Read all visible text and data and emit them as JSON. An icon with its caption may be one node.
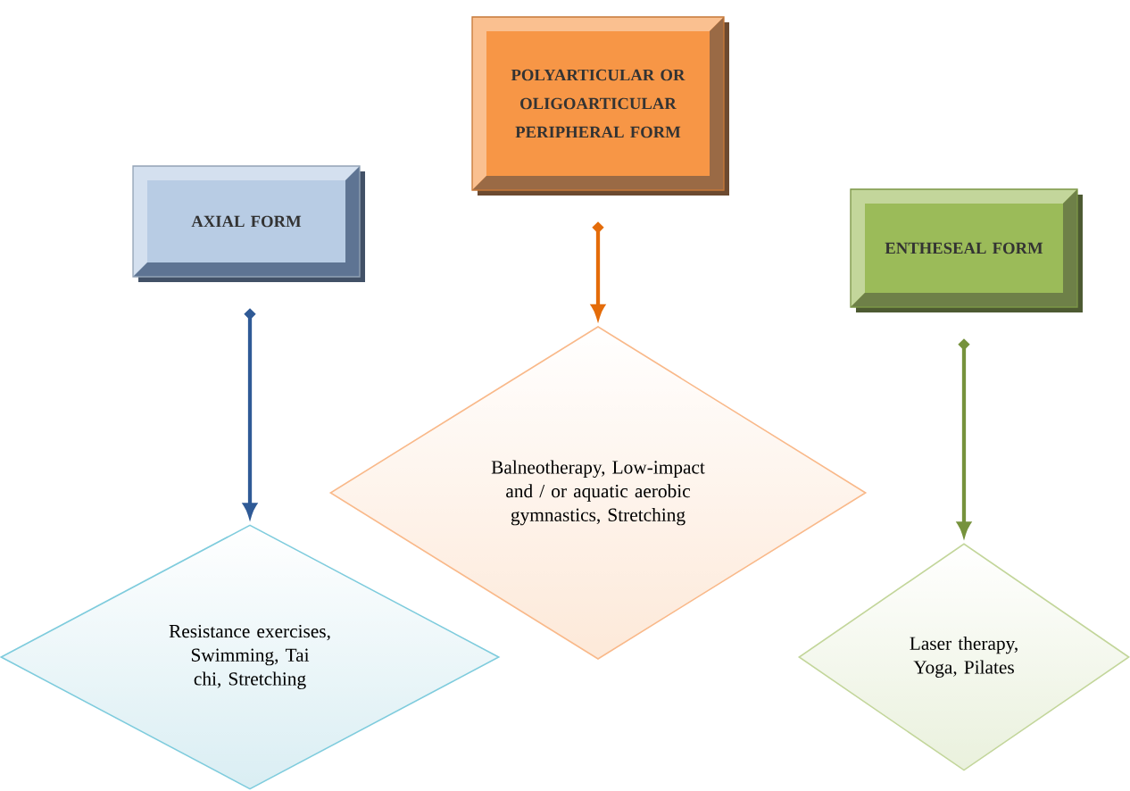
{
  "diagram": {
    "nodes": [
      {
        "text": [
          "AXIAL FORM"
        ]
      },
      {
        "text": [
          "POLYARTICULAR OR OLIGOARTICULAR PERIPHERAL FORM"
        ]
      },
      {
        "text": [
          "ENTHESEAL FORM"
        ]
      },
      {
        "text": [
          "Resistance exercises, Swimming, Tai chi, Stretching"
        ]
      },
      {
        "text": [
          "Balneotherapy, Low-impact and / or aquatic aerobic gymnastics, Stretching"
        ]
      },
      {
        "text": [
          "Laser therapy, Yoga, Pilates"
        ]
      }
    ],
    "edges": [
      {
        "from": 0,
        "to": 3,
        "arrow": "to",
        "color": "#2f5a96"
      },
      {
        "from": 1,
        "to": 4,
        "arrow": "to",
        "color": "#e46c0a"
      },
      {
        "from": 2,
        "to": 5,
        "arrow": "to",
        "color": "#76923c"
      }
    ]
  }
}
